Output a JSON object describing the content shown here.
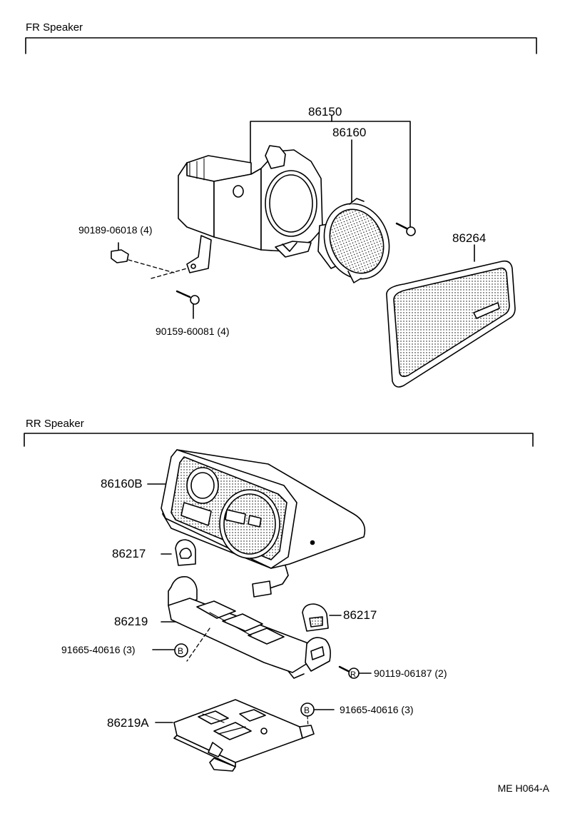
{
  "sections": {
    "front": {
      "title": "FR Speaker"
    },
    "rear": {
      "title": "RR Speaker"
    }
  },
  "front_parts": {
    "assembly": "86150",
    "speaker": "86160",
    "clip": "90189-06018 (4)",
    "screw": "90159-60081 (4)",
    "grille": "86264"
  },
  "rear_parts": {
    "speaker_box": "86160B",
    "pad_left": "86217",
    "pad_right": "86217",
    "bracket": "86219",
    "screw_b1": "91665-40616 (3)",
    "screw_r": "90119-06187 (2)",
    "screw_b2": "91665-40616 (3)",
    "plate": "86219A"
  },
  "symbols": {
    "b": "B",
    "r": "R"
  },
  "footer": {
    "ref": "ME H064-A"
  }
}
